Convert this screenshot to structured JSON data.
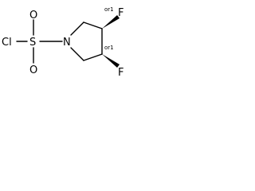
{
  "molecule": {
    "atoms": {
      "chlorine": "Cl",
      "sulfur": "S",
      "oxygen_top": "O",
      "oxygen_bottom": "O",
      "nitrogen": "N",
      "fluorine_top": "F",
      "fluorine_bottom": "F"
    },
    "stereo_labels": {
      "top": "or1",
      "bottom": "or1"
    }
  },
  "colors": {
    "ink": "#000000",
    "background": "#ffffff"
  }
}
